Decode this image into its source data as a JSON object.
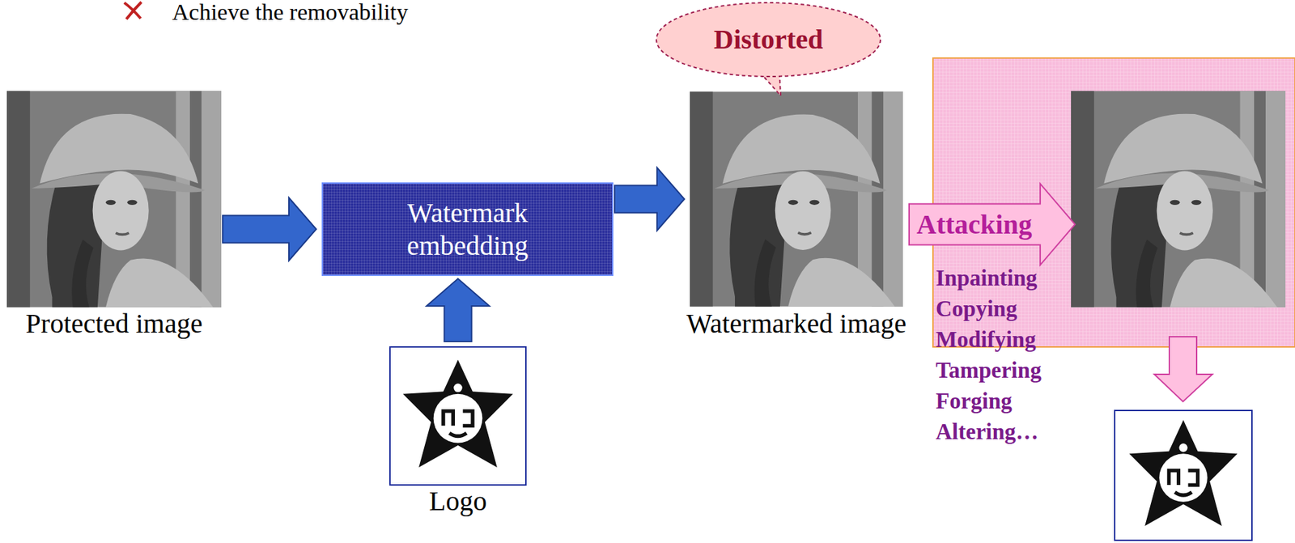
{
  "diagram": {
    "nodes": [
      {
        "text": [
          "Protected image"
        ]
      },
      {
        "text": [
          "Watermark embedding"
        ]
      },
      {
        "text": [
          "Logo"
        ]
      },
      {
        "text": [
          "Distorted"
        ]
      },
      {
        "text": [
          "Watermarked image"
        ]
      },
      {
        "text": [
          "Attacking"
        ]
      }
    ],
    "edges": [
      {
        "from": 0,
        "to": 1,
        "arrow": "to"
      },
      {
        "from": 2,
        "to": 1,
        "arrow": "to"
      },
      {
        "from": 1,
        "to": 4,
        "arrow": "to"
      }
    ],
    "labels": [
      "Achieve the removability",
      "Inpainting",
      "Copying",
      "Modifying",
      "Tampering",
      "Forging",
      "Altering…"
    ]
  }
}
